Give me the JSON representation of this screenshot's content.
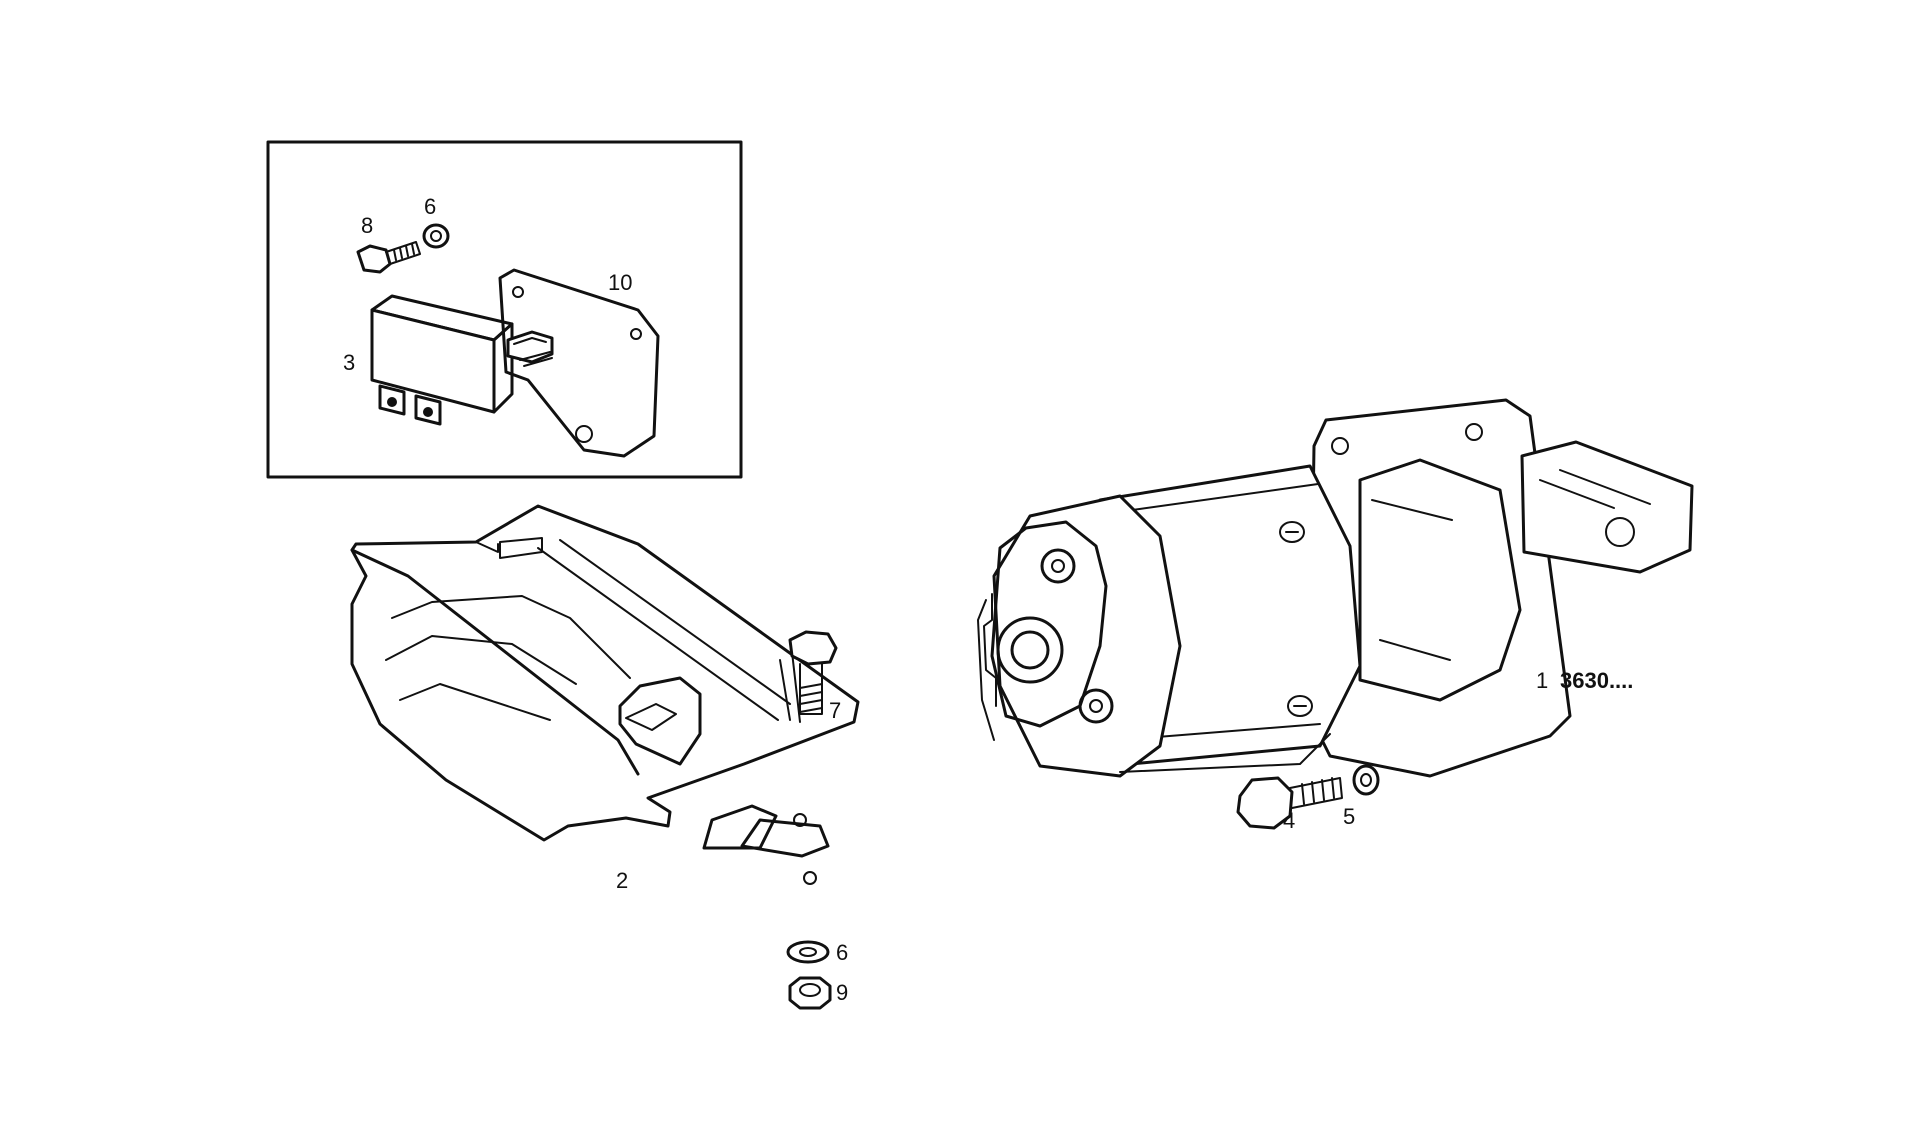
{
  "callouts": {
    "c1": "1",
    "c2": "2",
    "c3": "3",
    "c4": "4",
    "c5": "5",
    "c6a": "6",
    "c6b": "6",
    "c7": "7",
    "c8": "8",
    "c9": "9",
    "c10": "10"
  },
  "part_code": "3630...."
}
